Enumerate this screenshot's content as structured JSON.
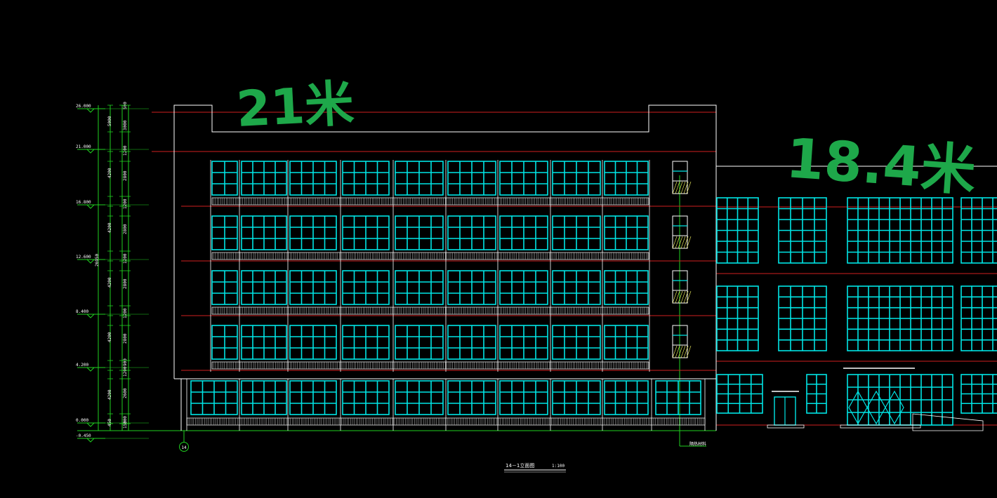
{
  "drawing": {
    "title": "14－1立面图",
    "scale": "1:100",
    "axis_label": "14",
    "callout_note": "隔热材料",
    "total_height_dim": "26950"
  },
  "levels": [
    "26.000",
    "21.000",
    "16.800",
    "12.600",
    "8.400",
    "4.200",
    "0.000",
    "-0.450"
  ],
  "dims_outer": [
    "4200",
    "4200",
    "4200",
    "4200",
    "4200",
    "5000",
    "450"
  ],
  "dims_mid": [
    "500",
    "3000",
    "1200",
    "2800",
    "1200",
    "2800",
    "1200",
    "2800",
    "1200",
    "2800",
    "900",
    "1200",
    "2600",
    "300",
    "150"
  ],
  "annotations": {
    "left_height": "21米",
    "right_height": "18.4米"
  },
  "colors": {
    "background": "#000000",
    "outline": "#ffffff",
    "floor_line": "#d02020",
    "window": "#00e5e5",
    "dim_line": "#20d020",
    "handwriting": "#1ea84a",
    "hatch": "#ffff66"
  }
}
